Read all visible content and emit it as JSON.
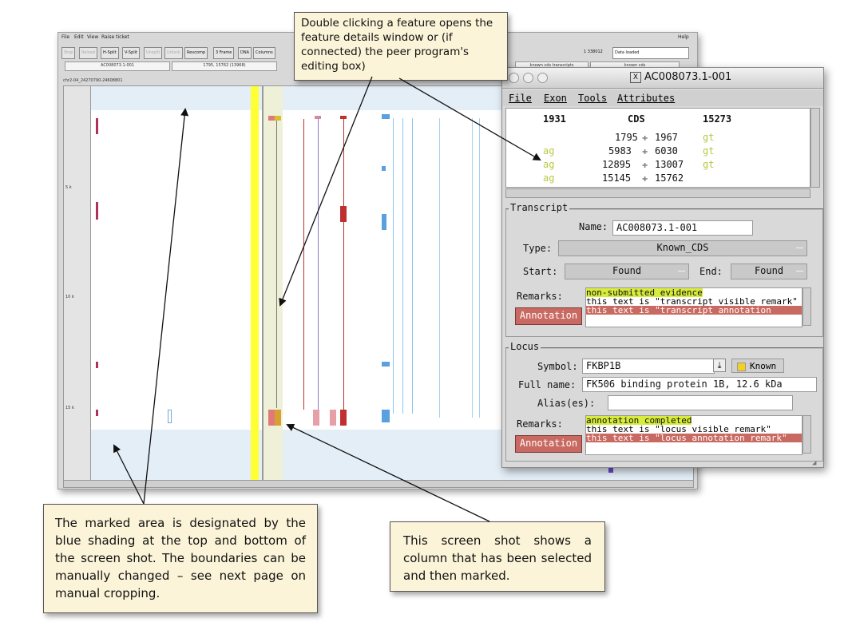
{
  "zmap": {
    "menu": [
      "File",
      "Edit",
      "View",
      "Raise ticket"
    ],
    "help": "Help",
    "toolbar": [
      "Stop",
      "Reload",
      "H-Split",
      "V-Split",
      "Unsplit",
      "Unlock",
      "Revcomp",
      "3 Frame",
      "DNA",
      "Columns"
    ],
    "coords": "1 338012",
    "status": "Data loaded",
    "info_feature": "AC008073.1-001",
    "info_coords": "1795, 15762 (13968)",
    "col_head_1": "known cds transcripts",
    "col_head_2": "known cds",
    "sequence_label": "chr2-04_24270790-24608801",
    "ruler_labels": [
      "5 k",
      "10 k",
      "15 k"
    ]
  },
  "feature_window": {
    "title": "AC008073.1-001",
    "menu": [
      "File",
      "Exon",
      "Tools",
      "Attributes"
    ],
    "exon_header": {
      "left": "1931",
      "mid": "CDS",
      "right": "15273"
    },
    "exons": [
      {
        "acceptor": "",
        "start": "1795",
        "end": "1967",
        "donor": "gt"
      },
      {
        "acceptor": "ag",
        "start": "5983",
        "end": "6030",
        "donor": "gt"
      },
      {
        "acceptor": "ag",
        "start": "12895",
        "end": "13007",
        "donor": "gt"
      },
      {
        "acceptor": "ag",
        "start": "15145",
        "end": "15762",
        "donor": ""
      }
    ],
    "transcript": {
      "group_label": "Transcript",
      "name_label": "Name:",
      "name": "AC008073.1-001",
      "type_label": "Type:",
      "type": "Known_CDS",
      "start_label": "Start:",
      "start": "Found",
      "end_label": "End:",
      "end": "Found",
      "remarks_label": "Remarks:",
      "annotation_button": "Annotation",
      "remarks": [
        "non-submitted evidence",
        "this text is \"transcript visible remark\"",
        "this text is \"transcript annotation"
      ]
    },
    "locus": {
      "group_label": "Locus",
      "symbol_label": "Symbol:",
      "symbol": "FKBP1B",
      "known_label": "Known",
      "fullname_label": "Full name:",
      "fullname": "FK506 binding protein 1B, 12.6 kDa",
      "alias_label": "Alias(es):",
      "alias": "",
      "remarks_label": "Remarks:",
      "annotation_button": "Annotation",
      "remarks": [
        "annotation completed",
        "this text is \"locus visible remark\"",
        "this text is \"locus annotation remark\""
      ]
    }
  },
  "callouts": {
    "top": "Double clicking a feature opens the feature details window or (if connected) the peer program's editing box)",
    "bottom_left": "The marked area is designated by the blue shading at the top and bottom of the screen shot. The boundaries can be manually changed – see next page on manual cropping.",
    "bottom_right": "This screen shot shows a column that has been selected and then marked."
  },
  "colors": {
    "highlight_yellow": "#ffff33",
    "mark_shade": "#e4eef6",
    "evidence_green": "#d8ec3c",
    "annotation_red": "#c96a62",
    "callout_bg": "#fbf4d8"
  }
}
